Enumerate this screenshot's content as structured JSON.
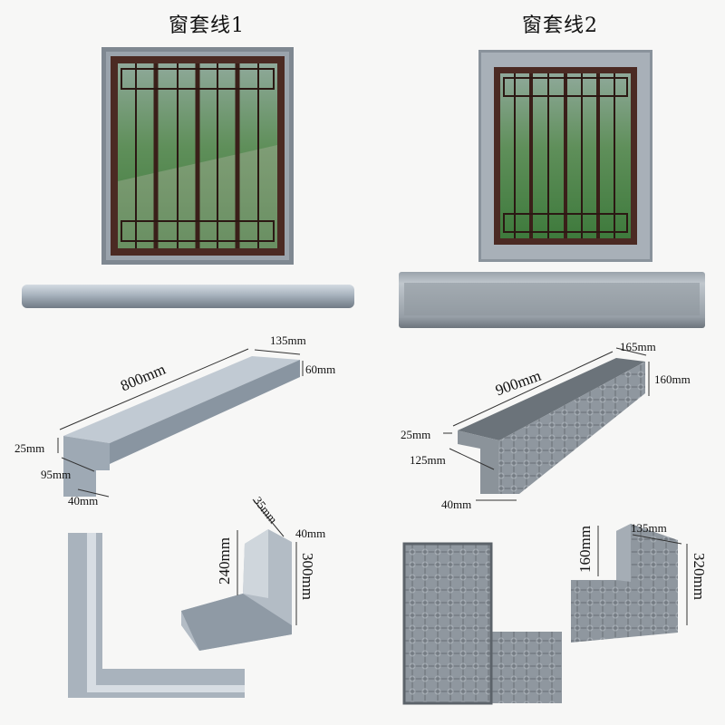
{
  "titles": {
    "left": "窗套线1",
    "right": "窗套线2"
  },
  "product1": {
    "length": "800mm",
    "depth": "135mm",
    "height": "60mm",
    "lip": "25mm",
    "step": "95mm",
    "base": "40mm",
    "corner_a": "35mm",
    "corner_b": "40mm",
    "corner_h1": "240mm",
    "corner_h2": "300mm"
  },
  "product2": {
    "length": "900mm",
    "depth": "165mm",
    "height": "160mm",
    "lip": "25mm",
    "step": "125mm",
    "base": "40mm",
    "corner_w": "135mm",
    "corner_h1": "160mm",
    "corner_h2": "320mm"
  },
  "colors": {
    "stone_light": "#b9c2cb",
    "stone_mid": "#8e99a4",
    "stone_dark": "#6f7882",
    "frame_wood": "#4a2a22",
    "glass_green": "#4f8a4a"
  },
  "icons": [
    "window-icon",
    "molding-bar-icon",
    "corner-piece-icon"
  ]
}
